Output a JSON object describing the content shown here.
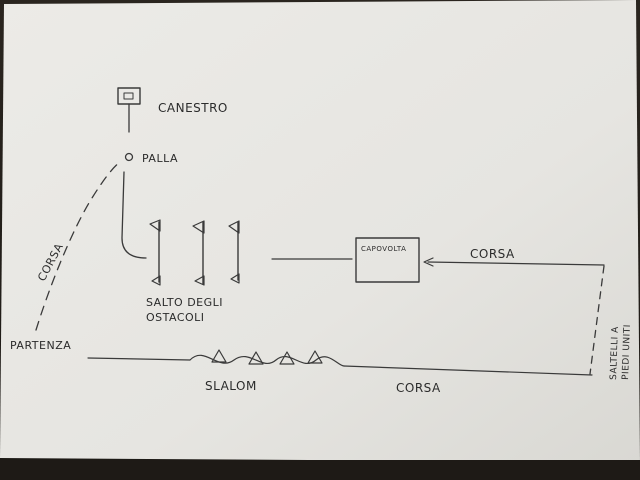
{
  "labels": {
    "canestro": "CANESTRO",
    "palla": "PALLA",
    "corsa_left": "CORSA",
    "salto_line1": "SALTO DEGLI",
    "salto_line2": "OSTACOLI",
    "capovolta": "CAPOVOLTA",
    "corsa_top": "CORSA",
    "saltelli_line1": "SALTELLI A",
    "saltelli_line2": "PIEDI UNITI",
    "partenza": "PARTENZA",
    "slalom": "SLALOM",
    "corsa_bottom": "CORSA"
  },
  "colors": {
    "paper": "#e9e8e4",
    "ink": "#3a3a3a",
    "background": "#1f1b17"
  }
}
